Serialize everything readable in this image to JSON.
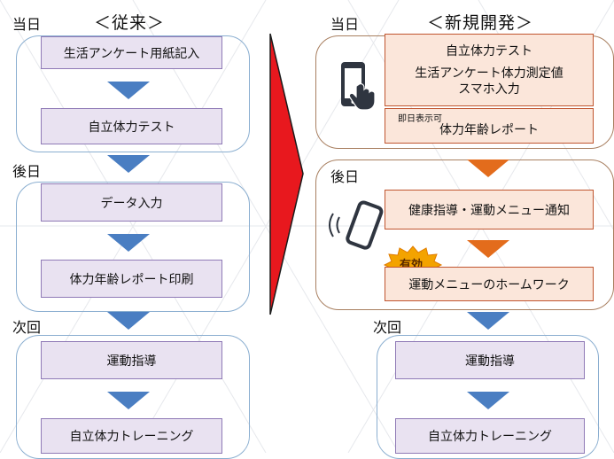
{
  "left": {
    "header": "＜従来＞",
    "sections": {
      "day": "当日",
      "later": "後日",
      "next": "次回"
    },
    "steps": {
      "s1": "生活アンケート用紙記入",
      "s2": "自立体力テスト",
      "s3": "データ入力",
      "s4": "体力年齢レポート印刷",
      "s5": "運動指導",
      "s6": "自立体力トレーニング"
    }
  },
  "right": {
    "header": "＜新規開発＞",
    "sections": {
      "day": "当日",
      "later": "後日",
      "next": "次回"
    },
    "steps": {
      "s1_line1": "自立体力テスト",
      "s1_line2": "生活アンケート体力測定値",
      "s1_line3": "スマホ入力",
      "s2_note": "即日表示可",
      "s2": "体力年齢レポート",
      "s3": "健康指導・運動メニュー通知",
      "badge": "有効",
      "s4": "運動メニューのホームワーク",
      "s5": "運動指導",
      "s6": "自立体力トレーニング"
    }
  },
  "colors": {
    "blue_arrow": "#4a7ec2",
    "orange_arrow": "#e36c1c",
    "transition_arrow": "#e8181e",
    "purple_box_fill": "#e9e2f1",
    "orange_box_fill": "#fbe6da"
  },
  "icons": [
    "phone-tap-icon",
    "phone-vibrate-icon"
  ]
}
